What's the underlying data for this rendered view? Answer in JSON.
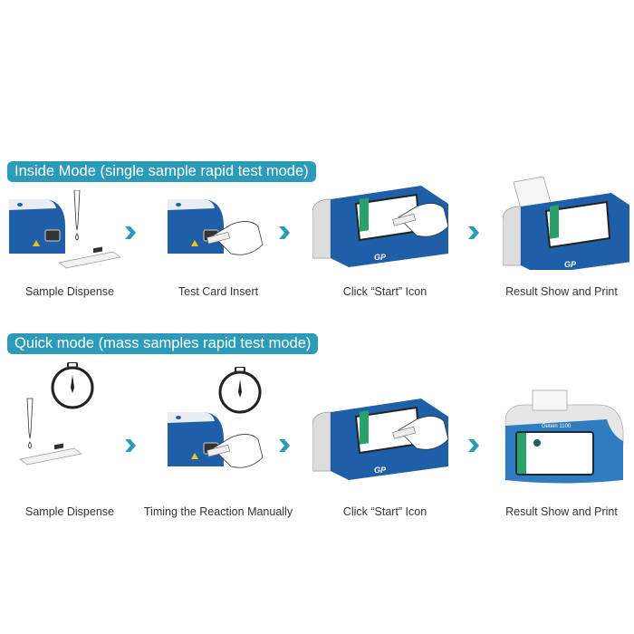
{
  "colors": {
    "banner": "#2b9bb9",
    "device_blue": "#1f5fa8",
    "arrow": "#2b9bb9"
  },
  "sections": [
    {
      "title": "Inside Mode (single sample rapid test mode)",
      "steps": [
        {
          "label": "Sample Dispense",
          "icon": "pipette-test-card-icon"
        },
        {
          "label": "Test Card Insert",
          "icon": "hand-insert-card-icon"
        },
        {
          "label": "Click “Start” Icon",
          "icon": "analyzer-touch-icon"
        },
        {
          "label": "Result Show and Print",
          "icon": "analyzer-print-icon"
        }
      ]
    },
    {
      "title": "Quick mode (mass samples rapid test mode)",
      "steps": [
        {
          "label": "Sample Dispense",
          "icon": "stopwatch-pipette-icon"
        },
        {
          "label": "Timing the Reaction Manually",
          "icon": "stopwatch-insert-card-icon"
        },
        {
          "label": "Click “Start” Icon",
          "icon": "analyzer-touch-icon"
        },
        {
          "label": "Result Show and Print",
          "icon": "analyzer-front-print-icon"
        }
      ]
    }
  ],
  "device": {
    "brand": "Getein 1100",
    "logo": "GP"
  }
}
